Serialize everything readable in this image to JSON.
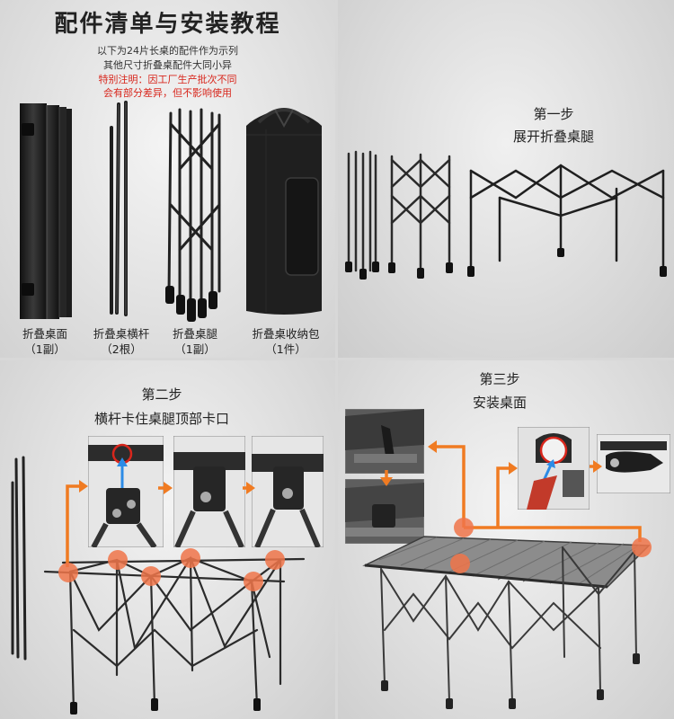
{
  "header": {
    "title": "配件清单与安装教程",
    "note_1": "以下为24片长桌的配件作为示列",
    "note_2": "其他尺寸折叠桌配件大同小异",
    "note_red_1": "特别注明：因工厂生产批次不同",
    "note_red_2": "会有部分差异，但不影响使用"
  },
  "parts": [
    {
      "name": "折叠桌面",
      "qty": "（1副）"
    },
    {
      "name": "折叠桌横杆",
      "qty": "（2根）"
    },
    {
      "name": "折叠桌腿",
      "qty": "（1副）"
    },
    {
      "name": "折叠桌收纳包",
      "qty": "（1件）"
    }
  ],
  "step1": {
    "title": "第一步",
    "desc": "展开折叠桌腿"
  },
  "step2": {
    "title": "第二步",
    "desc": "横杆卡住桌腿顶部卡口"
  },
  "step3": {
    "title": "第三步",
    "desc": "安装桌面"
  },
  "colors": {
    "arrow": "#f07b22",
    "marker": "#f0754a",
    "frame": "#2b2b2b",
    "red_note": "#d8261c"
  }
}
